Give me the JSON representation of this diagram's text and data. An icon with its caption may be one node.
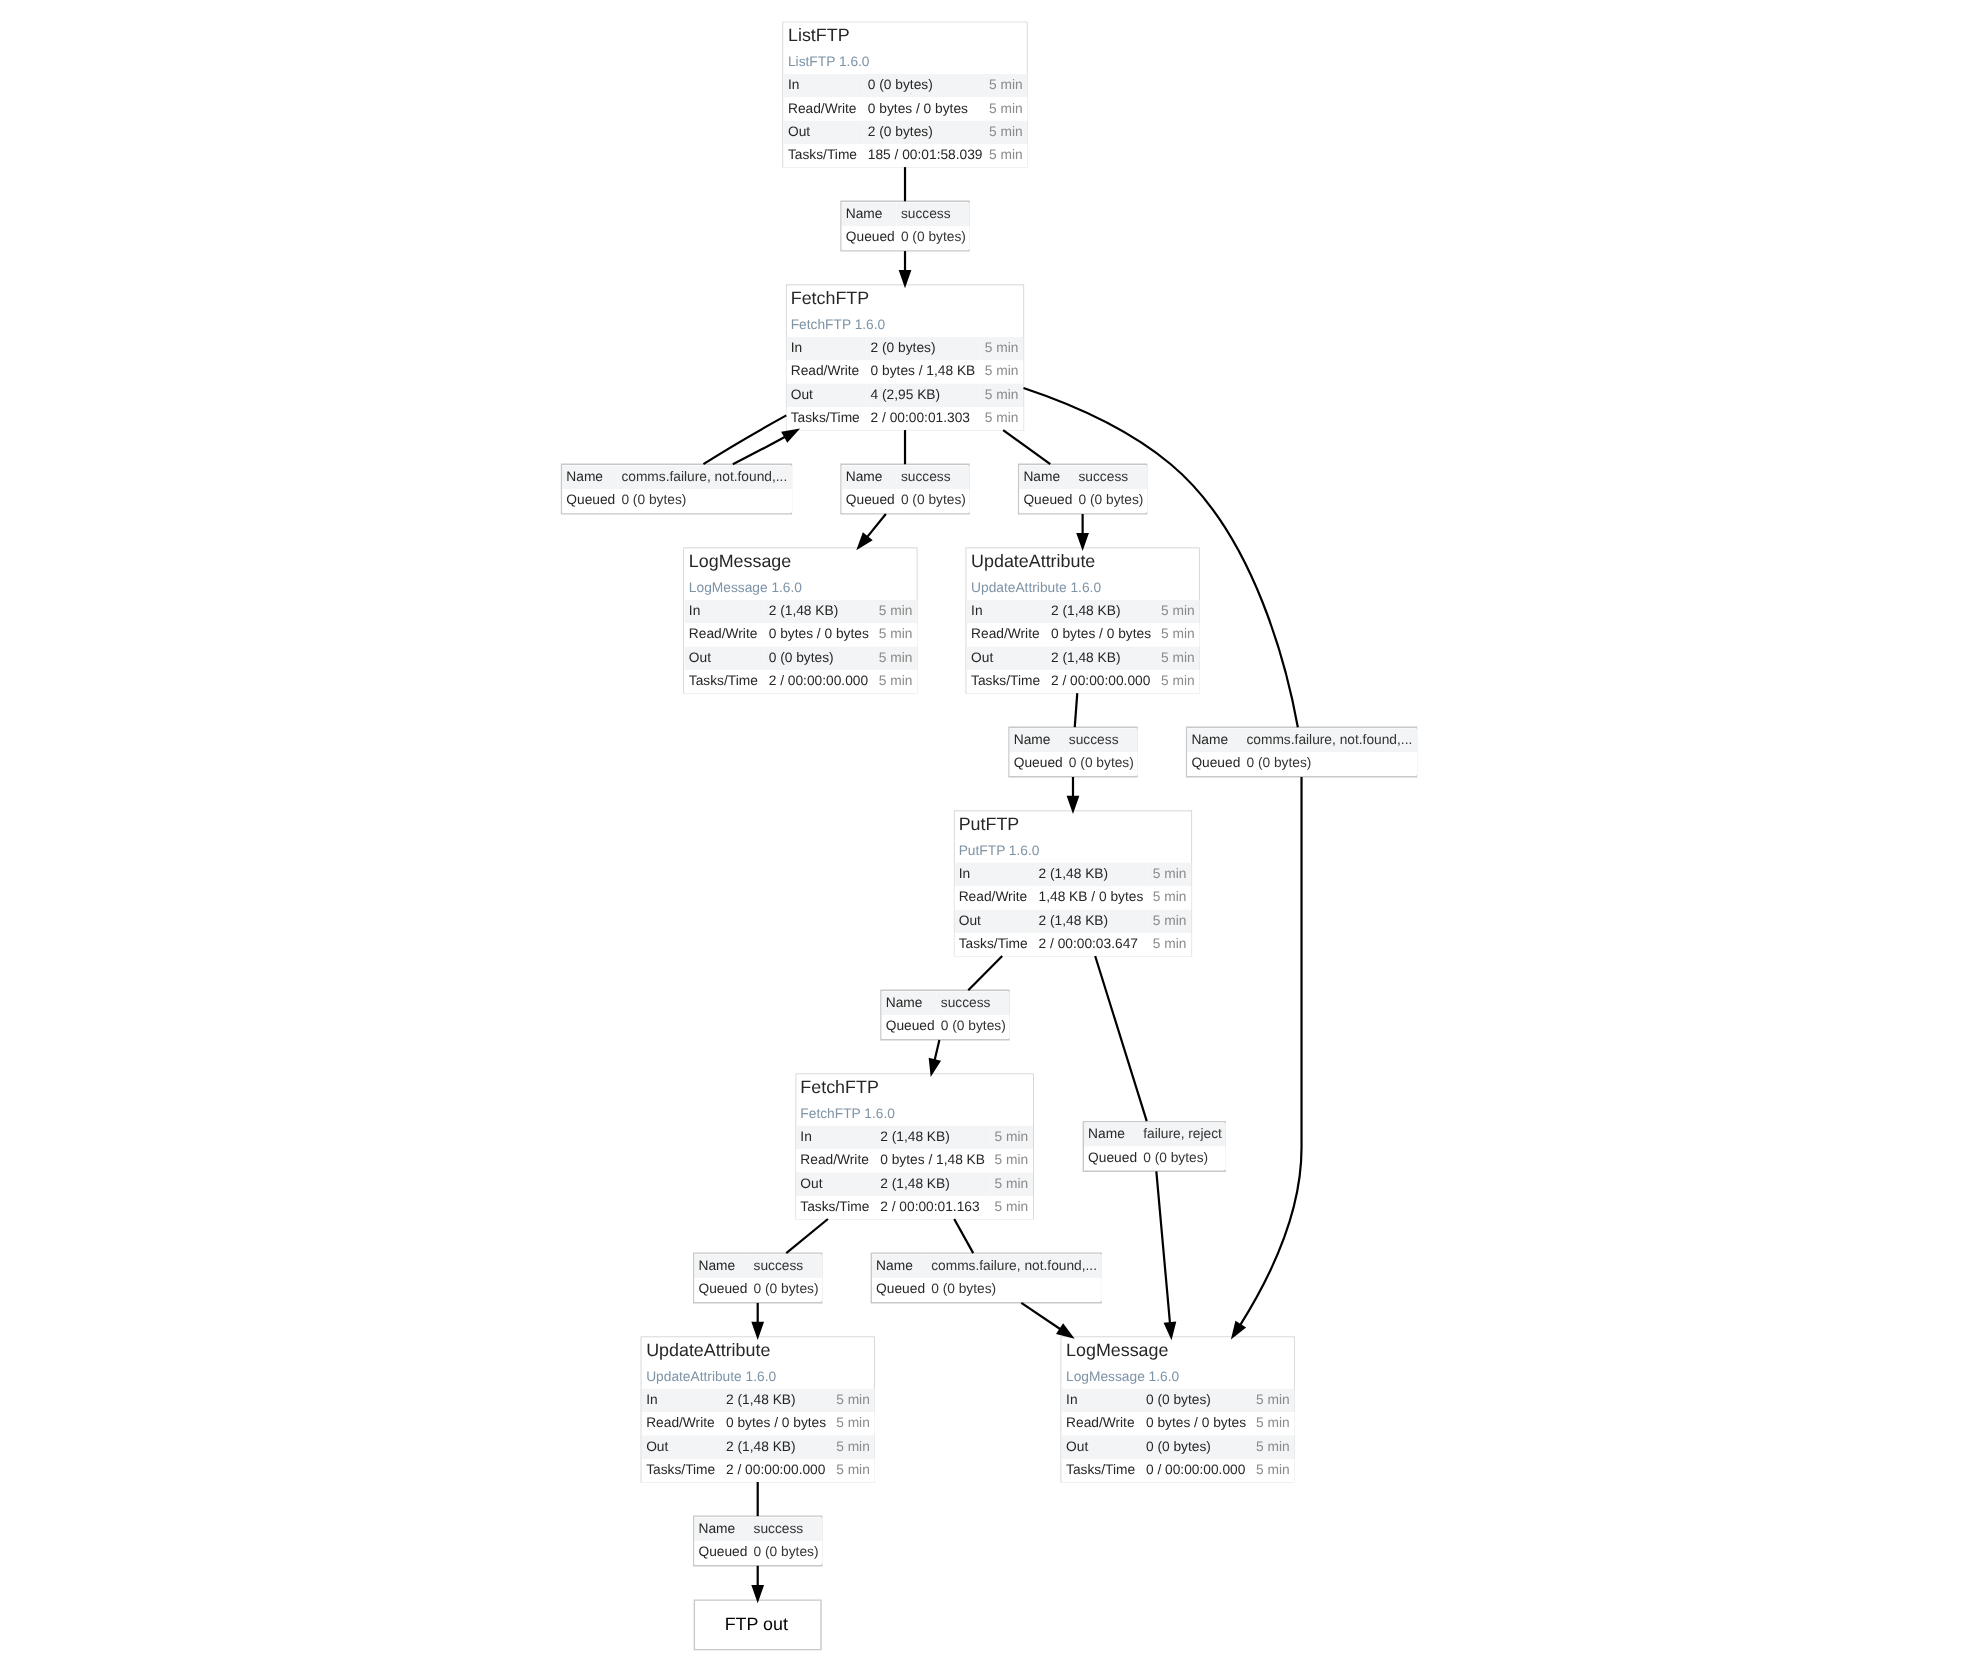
{
  "diagram": {
    "nodes": [
      {
        "text": [
          "ListFTP",
          "ListFTP 1.6.0",
          "In",
          "0 (0 bytes)",
          "5 min",
          "Read/Write",
          "0 bytes / 0 bytes",
          "5 min",
          "Out",
          "2 (0 bytes)",
          "5 min",
          "Tasks/Time",
          "185 / 00:01:58.039",
          "5 min"
        ]
      },
      {
        "text": [
          "Name",
          "success",
          "Queued",
          "0 (0 bytes)"
        ]
      },
      {
        "text": [
          "Name",
          "comms.failure, not.found,...",
          "Queued",
          "0 (0 bytes)"
        ]
      },
      {
        "text": [
          "FetchFTP",
          "FetchFTP 1.6.0",
          "In",
          "2 (0 bytes)",
          "5 min",
          "Read/Write",
          "0 bytes / 1,48 KB",
          "5 min",
          "Out",
          "4 (2,95 KB)",
          "5 min",
          "Tasks/Time",
          "2 / 00:00:01.303",
          "5 min"
        ]
      },
      {
        "text": [
          "LogMessage",
          "LogMessage 1.6.0",
          "In",
          "2 (1,48 KB)",
          "5 min",
          "Read/Write",
          "0 bytes / 0 bytes",
          "5 min",
          "Out",
          "0 (0 bytes)",
          "5 min",
          "Tasks/Time",
          "2 / 00:00:00.000",
          "5 min"
        ]
      },
      {
        "text": [
          "Name",
          "success",
          "Queued",
          "0 (0 bytes)"
        ]
      },
      {
        "text": [
          "Name",
          "success",
          "Queued",
          "0 (0 bytes)"
        ]
      },
      {
        "text": [
          "UpdateAttribute",
          "UpdateAttribute 1.6.0",
          "In",
          "2 (1,48 KB)",
          "5 min",
          "Read/Write",
          "0 bytes / 0 bytes",
          "5 min",
          "Out",
          "2 (1,48 KB)",
          "5 min",
          "Tasks/Time",
          "2 / 00:00:00.000",
          "5 min"
        ]
      },
      {
        "text": [
          "Name",
          "comms.failure, not.found,...",
          "Queued",
          "0 (0 bytes)"
        ]
      },
      {
        "text": [
          "Name",
          "success",
          "Queued",
          "0 (0 bytes)"
        ]
      },
      {
        "text": [
          "PutFTP",
          "PutFTP 1.6.0",
          "In",
          "2 (1,48 KB)",
          "5 min",
          "Read/Write",
          "1,48 KB / 0 bytes",
          "5 min",
          "Out",
          "2 (1,48 KB)",
          "5 min",
          "Tasks/Time",
          "2 / 00:00:03.647",
          "5 min"
        ]
      },
      {
        "text": [
          "Name",
          "failure, reject",
          "Queued",
          "0 (0 bytes)"
        ]
      },
      {
        "text": [
          "LogMessage",
          "LogMessage 1.6.0",
          "In",
          "0 (0 bytes)",
          "5 min",
          "Read/Write",
          "0 bytes / 0 bytes",
          "5 min",
          "Out",
          "0 (0 bytes)",
          "5 min",
          "Tasks/Time",
          "0 / 00:00:00.000",
          "5 min"
        ]
      },
      {
        "text": [
          "Name",
          "success",
          "Queued",
          "0 (0 bytes)"
        ]
      },
      {
        "text": [
          "FetchFTP",
          "FetchFTP 1.6.0",
          "In",
          "2 (1,48 KB)",
          "5 min",
          "Read/Write",
          "0 bytes / 1,48 KB",
          "5 min",
          "Out",
          "2 (1,48 KB)",
          "5 min",
          "Tasks/Time",
          "2 / 00:00:01.163",
          "5 min"
        ]
      },
      {
        "text": [
          "Name",
          "comms.failure, not.found,...",
          "Queued",
          "0 (0 bytes)"
        ]
      },
      {
        "text": [
          "Name",
          "success",
          "Queued",
          "0 (0 bytes)"
        ]
      },
      {
        "text": [
          "UpdateAttribute",
          "UpdateAttribute 1.6.0",
          "In",
          "2 (1,48 KB)",
          "5 min",
          "Read/Write",
          "0 bytes / 0 bytes",
          "5 min",
          "Out",
          "2 (1,48 KB)",
          "5 min",
          "Tasks/Time",
          "2 / 00:00:00.000",
          "5 min"
        ]
      },
      {
        "text": [
          "Name",
          "success",
          "Queued",
          "0 (0 bytes)"
        ]
      },
      {
        "text": [
          "FTP out"
        ]
      }
    ],
    "edges": [
      {
        "from": 0,
        "to": 1,
        "arrow": "none"
      },
      {
        "from": 1,
        "to": 3,
        "arrow": "to"
      },
      {
        "from": 3,
        "to": 2,
        "arrow": "none"
      },
      {
        "from": 2,
        "to": 3,
        "arrow": "to"
      },
      {
        "from": 3,
        "to": 5,
        "arrow": "none"
      },
      {
        "from": 5,
        "to": 4,
        "arrow": "to"
      },
      {
        "from": 3,
        "to": 6,
        "arrow": "none"
      },
      {
        "from": 6,
        "to": 7,
        "arrow": "to"
      },
      {
        "from": 3,
        "to": 8,
        "arrow": "none"
      },
      {
        "from": 8,
        "to": 12,
        "arrow": "to"
      },
      {
        "from": 7,
        "to": 9,
        "arrow": "none"
      },
      {
        "from": 9,
        "to": 10,
        "arrow": "to"
      },
      {
        "from": 10,
        "to": 11,
        "arrow": "none"
      },
      {
        "from": 11,
        "to": 12,
        "arrow": "to"
      },
      {
        "from": 10,
        "to": 13,
        "arrow": "none"
      },
      {
        "from": 13,
        "to": 14,
        "arrow": "to"
      },
      {
        "from": 14,
        "to": 15,
        "arrow": "none"
      },
      {
        "from": 15,
        "to": 12,
        "arrow": "to"
      },
      {
        "from": 14,
        "to": 16,
        "arrow": "none"
      },
      {
        "from": 16,
        "to": 17,
        "arrow": "to"
      },
      {
        "from": 17,
        "to": 18,
        "arrow": "none"
      },
      {
        "from": 18,
        "to": 19,
        "arrow": "to"
      }
    ]
  }
}
